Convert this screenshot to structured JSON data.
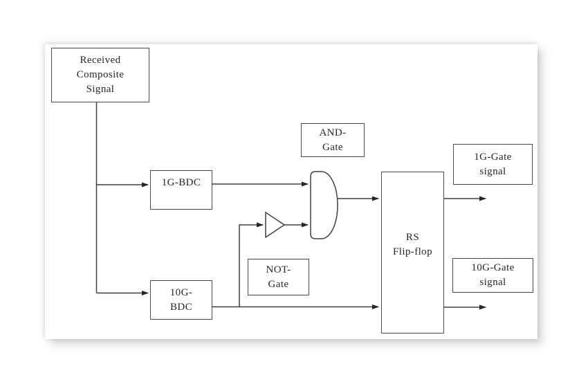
{
  "diagram": {
    "type": "block-diagram",
    "nodes": {
      "received": {
        "line1": "Received",
        "line2": "Composite",
        "line3": "Signal"
      },
      "bdc_1g": {
        "line1": "1G-BDC"
      },
      "bdc_10g": {
        "line1": "10G-",
        "line2": "BDC"
      },
      "and_gate_label": {
        "line1": "AND-",
        "line2": "Gate"
      },
      "not_gate_label": {
        "line1": "NOT-",
        "line2": "Gate"
      },
      "rs_flipflop": {
        "line1": "RS",
        "line2": "Flip-flop"
      },
      "gate_signal_1g": {
        "line1": "1G-Gate",
        "line2": "signal"
      },
      "gate_signal_10g": {
        "line1": "10G-Gate",
        "line2": "signal"
      }
    },
    "symbols": [
      {
        "name": "and-gate-symbol",
        "kind": "AND gate (D-shape)"
      },
      {
        "name": "not-gate-symbol",
        "kind": "inverter triangle"
      }
    ],
    "edges": [
      {
        "from": "received",
        "to": "bdc_1g",
        "arrow": true
      },
      {
        "from": "received",
        "to": "bdc_10g",
        "arrow": true
      },
      {
        "from": "bdc_1g",
        "to": "and_gate_upper_input",
        "arrow": true
      },
      {
        "from": "bdc_10g",
        "to": "rs_flipflop_lower_input",
        "arrow": true
      },
      {
        "from": "bdc_10g",
        "to": "not_gate_input",
        "arrow": true
      },
      {
        "from": "not_gate",
        "to": "and_gate_lower_input",
        "arrow": true
      },
      {
        "from": "and_gate",
        "to": "rs_flipflop_upper_input",
        "arrow": true
      },
      {
        "from": "rs_flipflop",
        "to": "1g_gate_signal_out",
        "arrow": true
      },
      {
        "from": "rs_flipflop",
        "to": "10g_gate_signal_out",
        "arrow": true
      }
    ],
    "colors": {
      "wire": "#3f3f3f",
      "box_border": "#4a4a4a",
      "text": "#262626",
      "panel_bg": "#ffffff",
      "page_bg": "#ffffff",
      "shadow": "rgba(0,0,0,0.16)"
    }
  }
}
